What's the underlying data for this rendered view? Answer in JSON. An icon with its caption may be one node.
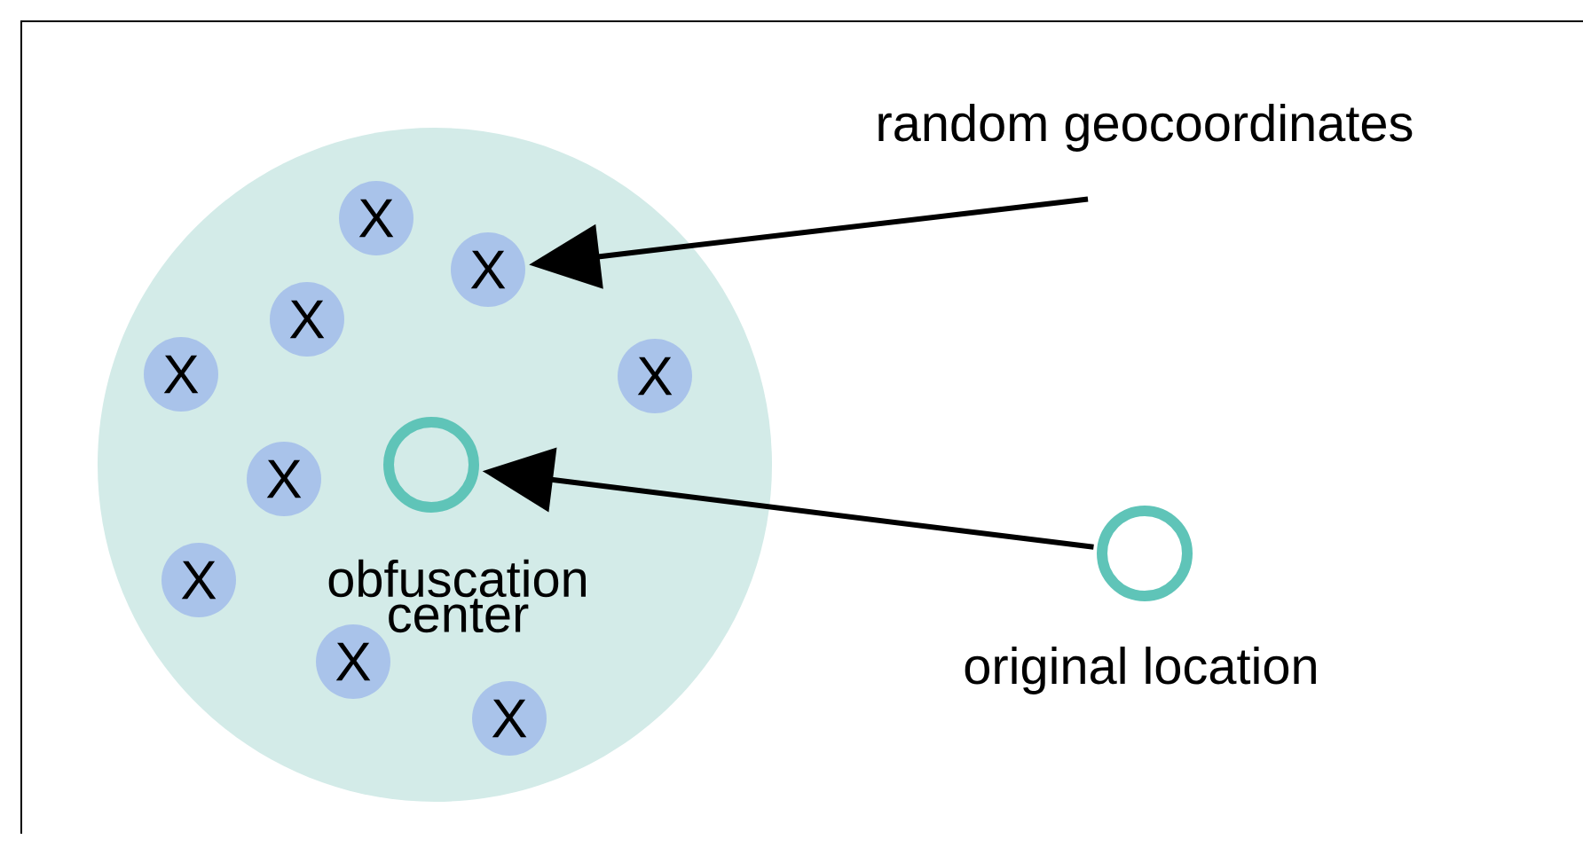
{
  "diagram": {
    "nodes": [
      {
        "text": [],
        "shape": "circle"
      },
      {
        "text": [
          "X"
        ],
        "in": 0
      },
      {
        "text": [
          "X"
        ],
        "in": 0
      },
      {
        "text": [
          "X"
        ],
        "in": 0
      },
      {
        "text": [
          "X"
        ],
        "in": 0
      },
      {
        "text": [
          "X"
        ],
        "in": 0
      },
      {
        "text": [
          "X"
        ],
        "in": 0
      },
      {
        "text": [
          "X"
        ],
        "in": 0
      },
      {
        "text": [
          "X"
        ],
        "in": 0
      },
      {
        "text": [
          "X"
        ],
        "in": 0
      },
      {
        "text": [],
        "shape": "circle",
        "in": 0
      },
      {
        "text": [
          "random geocoordinates"
        ]
      },
      {
        "text": [],
        "shape": "circle",
        "beside": [
          "original location"
        ]
      }
    ],
    "edges": [
      {
        "from": 11,
        "to": 2,
        "arrow": "to"
      },
      {
        "from": 12,
        "to": 10,
        "arrow": "to"
      }
    ],
    "labels": [
      "obfuscation center"
    ]
  }
}
